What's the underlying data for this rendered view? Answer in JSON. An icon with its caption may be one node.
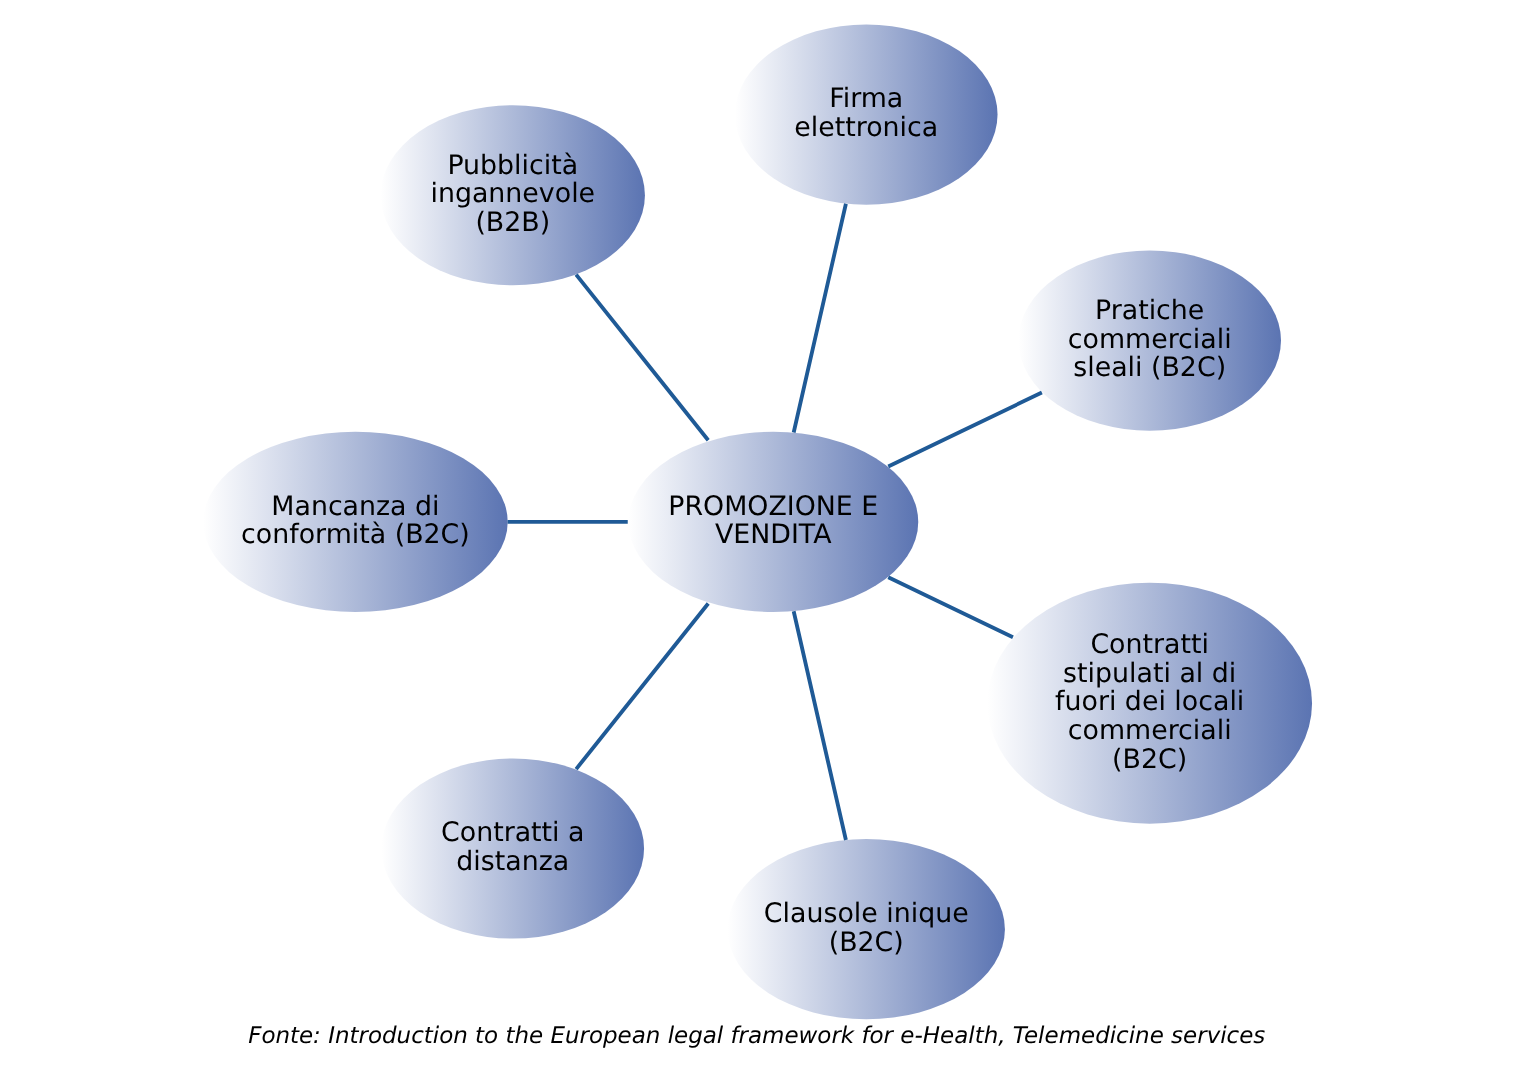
{
  "diagram": {
    "caption": "Fonte: Introduction to the European legal framework for e-Health, Telemedicine services",
    "nodes": [
      {
        "text": [
          "Pratiche commerciali sleali (B2C)"
        ]
      },
      {
        "text": [
          "Firma elettronica"
        ]
      },
      {
        "text": [
          "Pubblicità ingannevole (B2B)"
        ]
      },
      {
        "text": [
          "Mancanza di conformità (B2C)"
        ]
      },
      {
        "text": [
          "PROMOZIONE E VENDITA"
        ]
      },
      {
        "text": [
          "Contratti a distanza"
        ]
      },
      {
        "text": [
          "Clausole inique (B2C)"
        ]
      },
      {
        "text": [
          "Contratti stipulati al di fuori dei locali commerciali (B2C)"
        ]
      }
    ],
    "edges": [
      {
        "from": 4,
        "to": 0,
        "arrow": "none"
      },
      {
        "from": 4,
        "to": 1,
        "arrow": "none"
      },
      {
        "from": 4,
        "to": 2,
        "arrow": "none"
      },
      {
        "from": 4,
        "to": 3,
        "arrow": "none"
      },
      {
        "from": 4,
        "to": 5,
        "arrow": "none"
      },
      {
        "from": 4,
        "to": 6,
        "arrow": "none"
      },
      {
        "from": 4,
        "to": 7,
        "arrow": "none"
      }
    ]
  }
}
